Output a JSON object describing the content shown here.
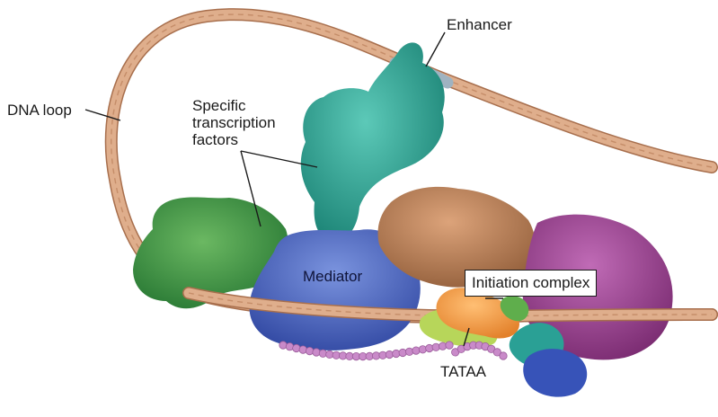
{
  "labels": {
    "enhancer": "Enhancer",
    "dna_loop": "DNA loop",
    "specific_tf_lines": [
      "Specific",
      "transcription",
      "factors"
    ],
    "mediator": "Mediator",
    "initiation_complex": "Initiation complex",
    "tataa": "TATAA"
  },
  "colors": {
    "dna": "#d8a27f",
    "dna_edge": "#a86f4d",
    "enhancer_region": "#9fb3c1",
    "tf_teal": "#33a597",
    "tf_green": "#3d9448",
    "mediator": "#4c68c4",
    "brown_complex": "#b97d52",
    "purple_complex": "#9a3e8f",
    "orange_tbp": "#f39a45",
    "lime_tfii": "#b7d65a",
    "small_teal": "#2aa095",
    "small_blue": "#3753b8",
    "ctd_beads": "#c98ac9"
  }
}
